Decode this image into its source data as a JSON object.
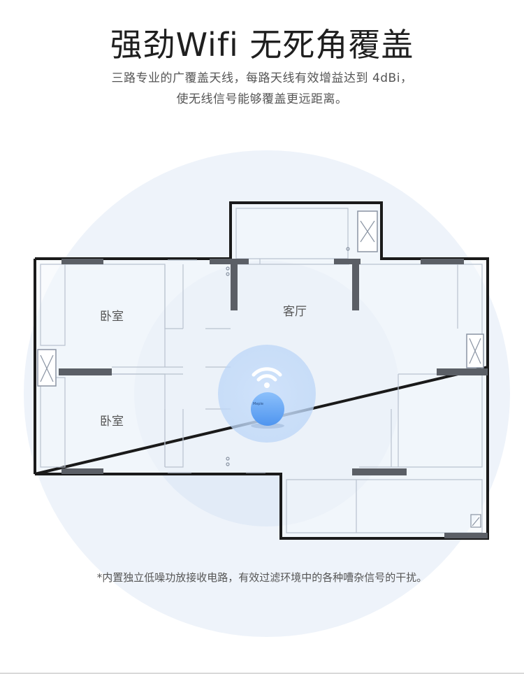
{
  "headline": "强劲Wifi  无死角覆盖",
  "subtitle": {
    "line1": "三路专业的广覆盖天线，每路天线有效增益达到 4dBi，",
    "line2": "使无线信号能够覆盖更远距离。"
  },
  "rooms": {
    "bedroom_top": "卧室",
    "bedroom_bottom": "卧室",
    "living_room": "客厅"
  },
  "router": {
    "brand": "Meple"
  },
  "footnote": "*内置独立低噪功放接收电路，有效过滤环境中的各种嘈杂信号的干扰。",
  "colors": {
    "coverage": "#e9eff8",
    "wall": "#1a1a1a",
    "inner_wall": "#5b5f66",
    "router_blue": "#5aa0f4",
    "wifi_glow": "#bcd6f7"
  },
  "icons": {
    "wifi": "wifi-icon",
    "router": "router-icon"
  }
}
